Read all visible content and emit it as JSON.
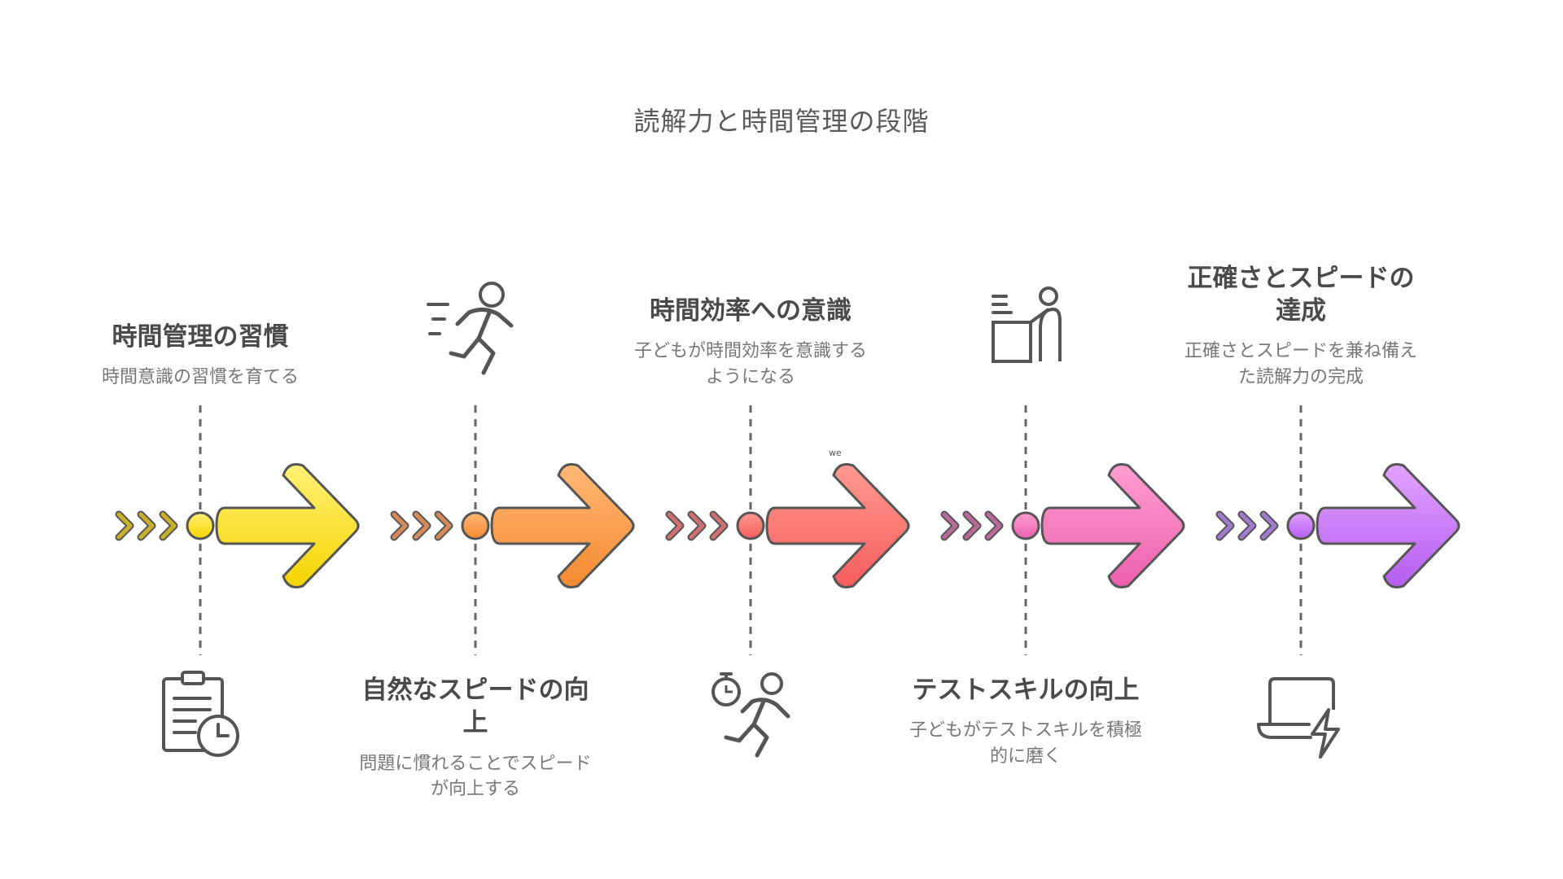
{
  "title": "読解力と時間管理の段階",
  "watermark": "we",
  "stages": [
    {
      "title": "時間管理の習慣",
      "desc": "時間意識の習慣を育てる",
      "position": "top",
      "icon": "clipboard-clock-icon",
      "color_light": "#fff176",
      "color_dark": "#f5d400",
      "chevron_color": "#c9b12a"
    },
    {
      "title": "自然なスピードの向上",
      "desc": "問題に慣れることでスピードが向上する",
      "position": "bottom",
      "icon": "running-person-speed-icon",
      "color_light": "#ffb877",
      "color_dark": "#f48a2e",
      "chevron_color": "#d8895a"
    },
    {
      "title": "時間効率への意識",
      "desc": "子どもが時間効率を意識するようになる",
      "position": "top",
      "icon": "stopwatch-runner-icon",
      "color_light": "#ff9a90",
      "color_dark": "#f45c5c",
      "chevron_color": "#d07070"
    },
    {
      "title": "テストスキルの向上",
      "desc": "子どもがテストスキルを積極的に磨く",
      "position": "bottom",
      "icon": "person-at-desk-icon",
      "color_light": "#ff9ed0",
      "color_dark": "#ec5faf",
      "chevron_color": "#b96a9b"
    },
    {
      "title": "正確さとスピードの達成",
      "desc": "正確さとスピードを兼ね備えた読解力の完成",
      "position": "top",
      "icon": "laptop-lightning-icon",
      "color_light": "#e2a3ff",
      "color_dark": "#b45cf0",
      "chevron_color": "#a27bcf"
    }
  ]
}
